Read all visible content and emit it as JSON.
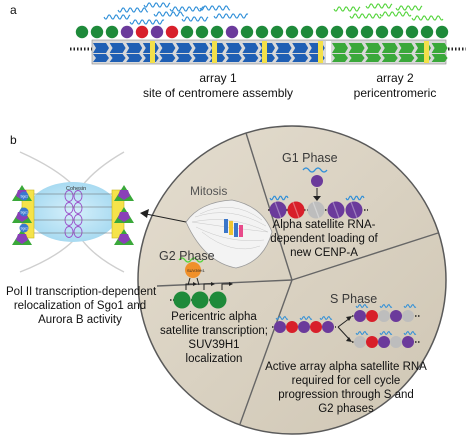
{
  "panel_a": {
    "label": "a",
    "array1_caption": [
      "array 1",
      "site of centromere assembly"
    ],
    "array2_caption": [
      "array 2",
      "pericentromeric"
    ],
    "colors": {
      "repeat_blue": "#1f5fb4",
      "repeat_green": "#3aa83a",
      "marker_yellow": "#f3e04a",
      "nucleosome_green": "#1e8a3a",
      "cenpa_purple": "#6b3a9b",
      "cenpa_red": "#d81f2a",
      "rna_blue": "#2f8fd8",
      "rna_green": "#54d43c"
    }
  },
  "panel_b": {
    "label": "b",
    "mitosis_label": "Mitosis",
    "left_caption": [
      "Pol II transcription-dependent",
      "relocalization of Sgo1 and",
      "Aurora B activity"
    ],
    "cohesin_label": "Cohesin",
    "sgo1_label": "Sgo1",
    "g1": {
      "title": "G1 Phase",
      "desc": [
        "Alpha satellite RNA-",
        "dependent loading of",
        "new CENP-A"
      ]
    },
    "g2": {
      "title": "G2 Phase",
      "enzyme": "SUV39H1",
      "desc": [
        "Pericentric alpha",
        "satellite transcription;",
        "SUV39H1",
        "localization"
      ]
    },
    "s": {
      "title": "S Phase",
      "desc": [
        "Active array alpha satellite RNA",
        "required for cell cycle",
        "progression through S and",
        "G2 phases"
      ]
    }
  }
}
